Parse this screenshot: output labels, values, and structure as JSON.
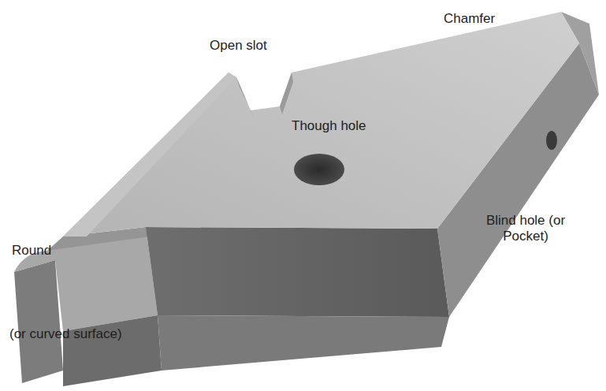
{
  "diagram": {
    "labels": [
      "Open slot",
      "Chamfer",
      "Though hole",
      "Blind hole (or Pocket)",
      "Round",
      "(or curved surface)"
    ]
  }
}
